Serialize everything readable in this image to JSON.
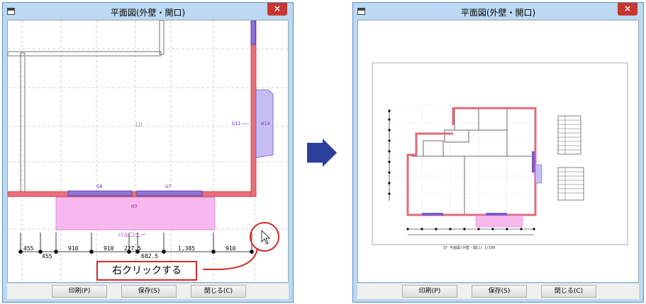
{
  "left_window": {
    "title": "平面図(外壁・開口)",
    "close_label": "×",
    "buttons": {
      "print": "印刷(P)",
      "save": "保存(S)",
      "close": "閉じる(C)"
    },
    "plan": {
      "room_label": "LD",
      "opening_labels": [
        "G8",
        "G7",
        "W9",
        "G11",
        "W14"
      ],
      "balcony_label": "バルコニー",
      "dimensions_row1": [
        "455",
        "910",
        "910",
        "227.5",
        "1,385",
        "910"
      ],
      "dimensions_row2": [
        "455",
        "682.5"
      ]
    }
  },
  "right_window": {
    "title": "平面図(外壁・開口)",
    "close_label": "×",
    "buttons": {
      "print": "印刷(P)",
      "save": "保存(S)",
      "close": "閉じる(C)"
    },
    "preview": {
      "caption": "1F 平面図(外壁・開口) 1/100"
    }
  },
  "callout": {
    "text": "右クリックする"
  },
  "colors": {
    "wall": "#e8707a",
    "opening": "#7a5ccc",
    "balcony": "#f7b8ee",
    "callout_border": "#d42a2a",
    "arrow": "#2b3f9e"
  }
}
